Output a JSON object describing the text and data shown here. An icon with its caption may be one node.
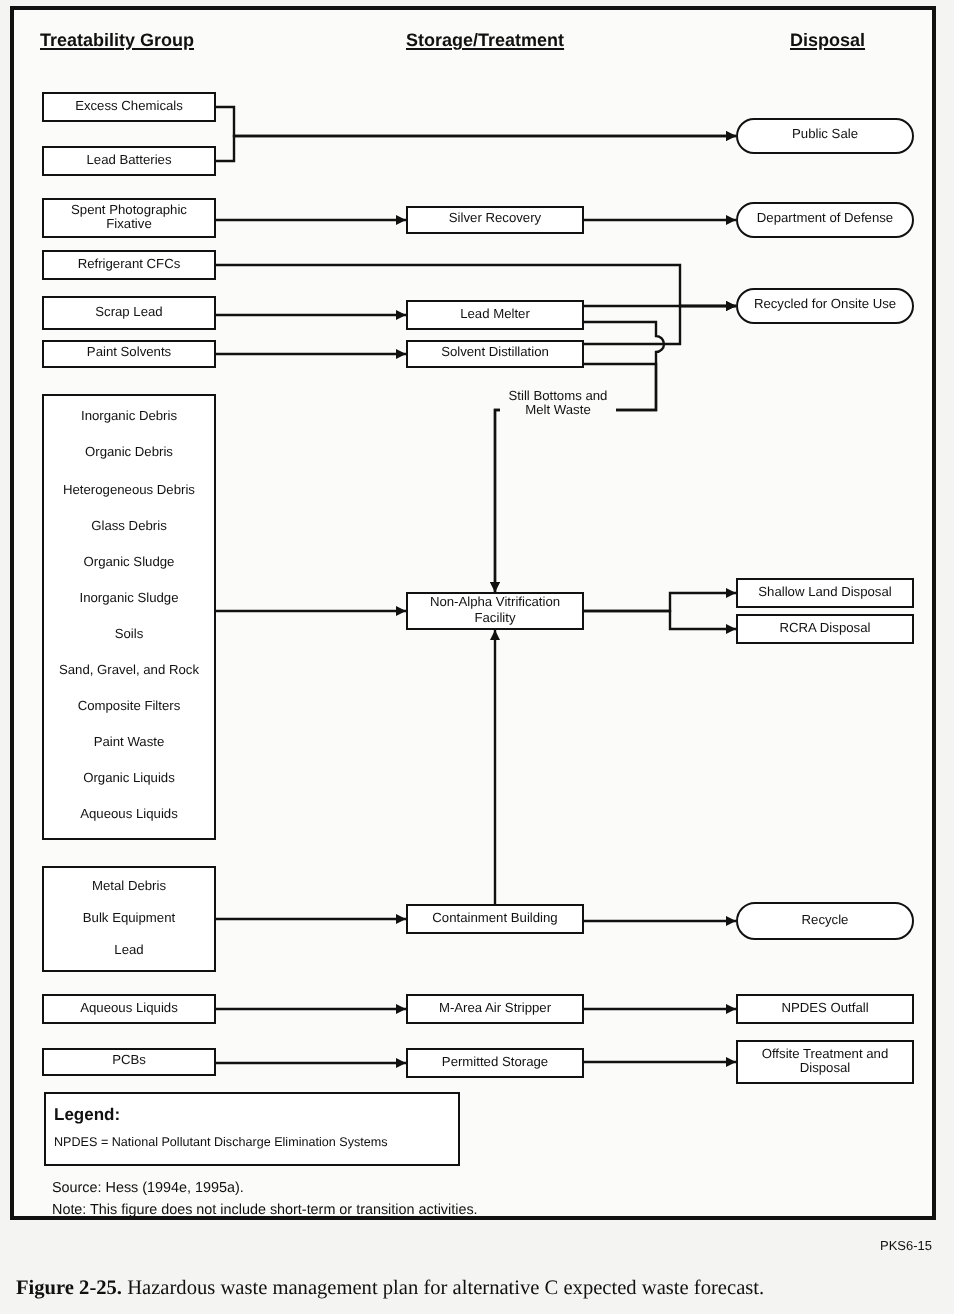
{
  "diagram": {
    "caption": "**Figure 2-25.** Hazardous waste management plan for alternative C expected waste forecast.",
    "nodes": [
      {
        "text": [
          "Excess Chemicals"
        ]
      },
      {
        "text": [
          "Lead Batteries"
        ]
      },
      {
        "text": [
          "Public Sale"
        ]
      },
      {
        "text": [
          "Spent Photographic Fixative"
        ]
      },
      {
        "text": [
          "Silver Recovery"
        ]
      },
      {
        "text": [
          "Department of Defense"
        ]
      },
      {
        "text": [
          "Refrigerant CFCs"
        ]
      },
      {
        "text": [
          "Recycled for Onsite Use"
        ]
      },
      {
        "text": [
          "Scrap Lead"
        ]
      },
      {
        "text": [
          "Lead Melter"
        ]
      },
      {
        "text": [
          "Paint Solvents"
        ]
      },
      {
        "text": [
          "Solvent Distillation"
        ]
      },
      {
        "text": [
          "Inorganic Debris",
          "Organic Debris",
          "Heterogeneous Debris",
          "Glass Debris",
          "Organic Sludge",
          "Inorganic Sludge",
          "Soils",
          "Sand, Gravel, and Rock",
          "Composite Filters",
          "Paint Waste",
          "Organic Liquids",
          "Aqueous Liquids"
        ]
      },
      {
        "text": [
          "Non-Alpha Vitrification Facility"
        ]
      },
      {
        "text": [
          "Shallow Land Disposal"
        ]
      },
      {
        "text": [
          "RCRA Disposal"
        ]
      },
      {
        "text": [
          "Metal Debris",
          "Bulk Equipment",
          "Lead"
        ]
      },
      {
        "text": [
          "Containment Building"
        ]
      },
      {
        "text": [
          "Recycle"
        ]
      },
      {
        "text": [
          "Aqueous Liquids"
        ]
      },
      {
        "text": [
          "M-Area Air Stripper"
        ]
      },
      {
        "text": [
          "NPDES Outfall"
        ]
      },
      {
        "text": [
          "PCBs"
        ]
      },
      {
        "text": [
          "Permitted Storage"
        ]
      },
      {
        "text": [
          "Offsite Treatment and Disposal"
        ]
      },
      {
        "text": [
          "Legend:",
          "NPDES = National Pollutant Discharge Elimination Systems"
        ]
      }
    ],
    "edges": [
      {
        "from": 0,
        "to": 2,
        "arrow": "to"
      },
      {
        "from": 1,
        "to": 2,
        "arrow": "to"
      },
      {
        "from": 3,
        "to": 4,
        "arrow": "to"
      },
      {
        "from": 4,
        "to": 5,
        "arrow": "to"
      },
      {
        "from": 6,
        "to": 7,
        "arrow": "to"
      },
      {
        "from": 8,
        "to": 9,
        "arrow": "to"
      },
      {
        "from": 9,
        "to": 7,
        "arrow": "to"
      },
      {
        "from": 10,
        "to": 11,
        "arrow": "to"
      },
      {
        "from": 11,
        "to": 7,
        "arrow": "to"
      },
      {
        "from": 9,
        "to": 13,
        "arrow": "to",
        "label": "Still Bottoms and Melt Waste"
      },
      {
        "from": 11,
        "to": 13,
        "arrow": "to"
      },
      {
        "from": 12,
        "to": 13,
        "arrow": "to"
      },
      {
        "from": 13,
        "to": 14,
        "arrow": "to"
      },
      {
        "from": 13,
        "to": 15,
        "arrow": "to"
      },
      {
        "from": 16,
        "to": 17,
        "arrow": "to"
      },
      {
        "from": 17,
        "to": 18,
        "arrow": "to"
      },
      {
        "from": 17,
        "to": 13,
        "arrow": "to"
      },
      {
        "from": 19,
        "to": 20,
        "arrow": "to"
      },
      {
        "from": 20,
        "to": 21,
        "arrow": "to"
      },
      {
        "from": 22,
        "to": 23,
        "arrow": "to"
      },
      {
        "from": 23,
        "to": 24,
        "arrow": "to"
      }
    ],
    "labels": [
      "Treatability Group",
      "Storage/Treatment",
      "Disposal",
      "Source: Hess (1994e, 1995a).",
      "Note: This figure does not include short-term or transition activities.",
      "PKS6-15"
    ]
  }
}
